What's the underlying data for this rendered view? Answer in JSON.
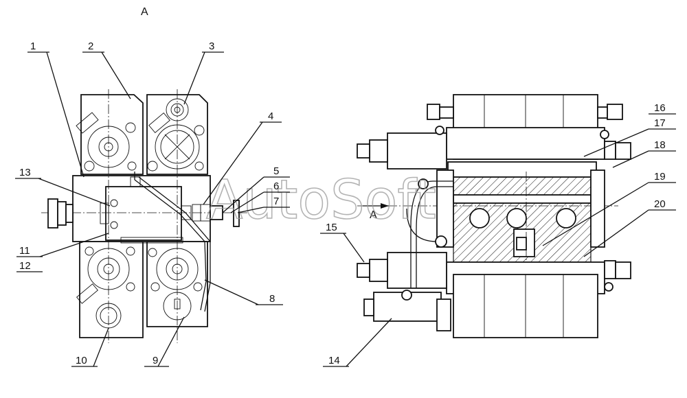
{
  "view_marker": "A",
  "section_marker": "A",
  "watermark": "AutoSoft",
  "callouts": [
    "1",
    "2",
    "3",
    "4",
    "5",
    "6",
    "7",
    "8",
    "9",
    "10",
    "11",
    "12",
    "13",
    "14",
    "15",
    "16",
    "17",
    "18",
    "19",
    "20"
  ]
}
